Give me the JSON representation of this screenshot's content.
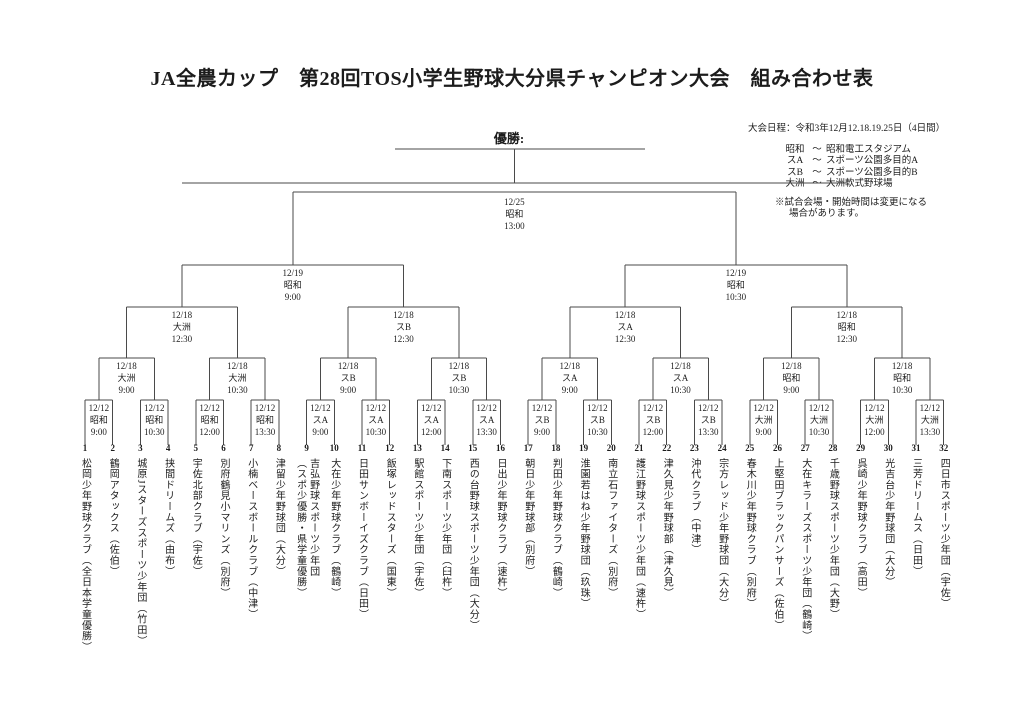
{
  "page_title": "JA全農カップ　第28回TOS小学生野球大分県チャンピオン大会　組み合わせ表",
  "champion": {
    "label": "優勝:"
  },
  "info": {
    "schedule": "大会日程：令和3年12月12.18.19.25日（4日間）",
    "separator": "～",
    "venues": [
      {
        "abbr": "昭和",
        "name": "昭和電工スタジアム"
      },
      {
        "abbr": "スA",
        "name": "スポーツ公園多目的A"
      },
      {
        "abbr": "スB",
        "name": "スポーツ公園多目的B"
      },
      {
        "abbr": "大洲",
        "name": "大洲軟式野球場"
      }
    ],
    "note_line1": "※試合会場・開始時間は変更になる",
    "note_line2": "場合があります。"
  },
  "rounds": {
    "final": {
      "date": "12/25",
      "venue": "昭和",
      "time": "13:00"
    },
    "semifinals": [
      {
        "date": "12/19",
        "venue": "昭和",
        "time": "9:00"
      },
      {
        "date": "12/19",
        "venue": "昭和",
        "time": "10:30"
      }
    ],
    "quarterfinals": [
      {
        "date": "12/18",
        "venue": "大洲",
        "time": "12:30"
      },
      {
        "date": "12/18",
        "venue": "スB",
        "time": "12:30"
      },
      {
        "date": "12/18",
        "venue": "スA",
        "time": "12:30"
      },
      {
        "date": "12/18",
        "venue": "昭和",
        "time": "12:30"
      }
    ],
    "round2": [
      {
        "date": "12/18",
        "venue": "大洲",
        "time": "9:00"
      },
      {
        "date": "12/18",
        "venue": "大洲",
        "time": "10:30"
      },
      {
        "date": "12/18",
        "venue": "スB",
        "time": "9:00"
      },
      {
        "date": "12/18",
        "venue": "スB",
        "time": "10:30"
      },
      {
        "date": "12/18",
        "venue": "スA",
        "time": "9:00"
      },
      {
        "date": "12/18",
        "venue": "スA",
        "time": "10:30"
      },
      {
        "date": "12/18",
        "venue": "昭和",
        "time": "9:00"
      },
      {
        "date": "12/18",
        "venue": "昭和",
        "time": "10:30"
      }
    ],
    "round1": [
      {
        "date": "12/12",
        "venue": "昭和",
        "time": "9:00"
      },
      {
        "date": "12/12",
        "venue": "昭和",
        "time": "10:30"
      },
      {
        "date": "12/12",
        "venue": "昭和",
        "time": "12:00"
      },
      {
        "date": "12/12",
        "venue": "昭和",
        "time": "13:30"
      },
      {
        "date": "12/12",
        "venue": "スA",
        "time": "9:00"
      },
      {
        "date": "12/12",
        "venue": "スA",
        "time": "10:30"
      },
      {
        "date": "12/12",
        "venue": "スA",
        "time": "12:00"
      },
      {
        "date": "12/12",
        "venue": "スA",
        "time": "13:30"
      },
      {
        "date": "12/12",
        "venue": "スB",
        "time": "9:00"
      },
      {
        "date": "12/12",
        "venue": "スB",
        "time": "10:30"
      },
      {
        "date": "12/12",
        "venue": "スB",
        "time": "12:00"
      },
      {
        "date": "12/12",
        "venue": "スB",
        "time": "13:30"
      },
      {
        "date": "12/12",
        "venue": "大洲",
        "time": "9:00"
      },
      {
        "date": "12/12",
        "venue": "大洲",
        "time": "10:30"
      },
      {
        "date": "12/12",
        "venue": "大洲",
        "time": "12:00"
      },
      {
        "date": "12/12",
        "venue": "大洲",
        "time": "13:30"
      }
    ]
  },
  "teams": [
    {
      "num": "1",
      "name": "松岡少年野球クラブ（全日本学童優勝）"
    },
    {
      "num": "2",
      "name": "鶴岡アタックス（佐伯）"
    },
    {
      "num": "3",
      "name": "城原Jスターズスポーツ少年団（竹田）"
    },
    {
      "num": "4",
      "name": "挟間ドリームズ（由布）"
    },
    {
      "num": "5",
      "name": "宇佐北部クラブ（宇佐）"
    },
    {
      "num": "6",
      "name": "別府鶴見小マリンズ（別府）"
    },
    {
      "num": "7",
      "name": "小楠ベースボールクラブ（中津）"
    },
    {
      "num": "8",
      "name": "津留少年野球団（大分）"
    },
    {
      "num": "9",
      "name": "吉弘野球スポーツ少年団",
      "note": "（スポ少優勝・県学童優勝）"
    },
    {
      "num": "10",
      "name": "大在少年野球クラブ（鶴崎）"
    },
    {
      "num": "11",
      "name": "日田サンボーイズクラブ（日田）"
    },
    {
      "num": "12",
      "name": "飯塚レッドスターズ（国東）"
    },
    {
      "num": "13",
      "name": "駅館スポーツ少年団（宇佐）"
    },
    {
      "num": "14",
      "name": "下南スポーツ少年団（臼杵）"
    },
    {
      "num": "15",
      "name": "西の台野球スポーツ少年団（大分）"
    },
    {
      "num": "16",
      "name": "日出少年野球クラブ（速杵）"
    },
    {
      "num": "17",
      "name": "朝日少年野球部（別府）"
    },
    {
      "num": "18",
      "name": "判田少年野球クラブ（鶴崎）"
    },
    {
      "num": "19",
      "name": "淮園若はね少年野球団（玖珠）"
    },
    {
      "num": "20",
      "name": "南立石ファイターズ（別府）"
    },
    {
      "num": "21",
      "name": "護江野球スポーツ少年団（速杵）"
    },
    {
      "num": "22",
      "name": "津久見少年野球部（津久見）"
    },
    {
      "num": "23",
      "name": "沖代クラブ（中津）"
    },
    {
      "num": "24",
      "name": "宗方レッド少年野球団（大分）"
    },
    {
      "num": "25",
      "name": "春木川少年野球クラブ（別府）"
    },
    {
      "num": "26",
      "name": "上堅田ブラックパンサーズ（佐伯）"
    },
    {
      "num": "27",
      "name": "大在キラーズスポーツ少年団（鶴崎）"
    },
    {
      "num": "28",
      "name": "千歳野球スポーツ少年団（大野）"
    },
    {
      "num": "29",
      "name": "呉崎少年野球クラブ（高田）"
    },
    {
      "num": "30",
      "name": "光吉台少年野球団（大分）"
    },
    {
      "num": "31",
      "name": "三芳ドリームス（日田）"
    },
    {
      "num": "32",
      "name": "四日市スポーツ少年団（宇佐）"
    }
  ],
  "colors": {
    "line": "#4a4a4a",
    "text": "#1c1c1c",
    "background": "#ffffff"
  }
}
